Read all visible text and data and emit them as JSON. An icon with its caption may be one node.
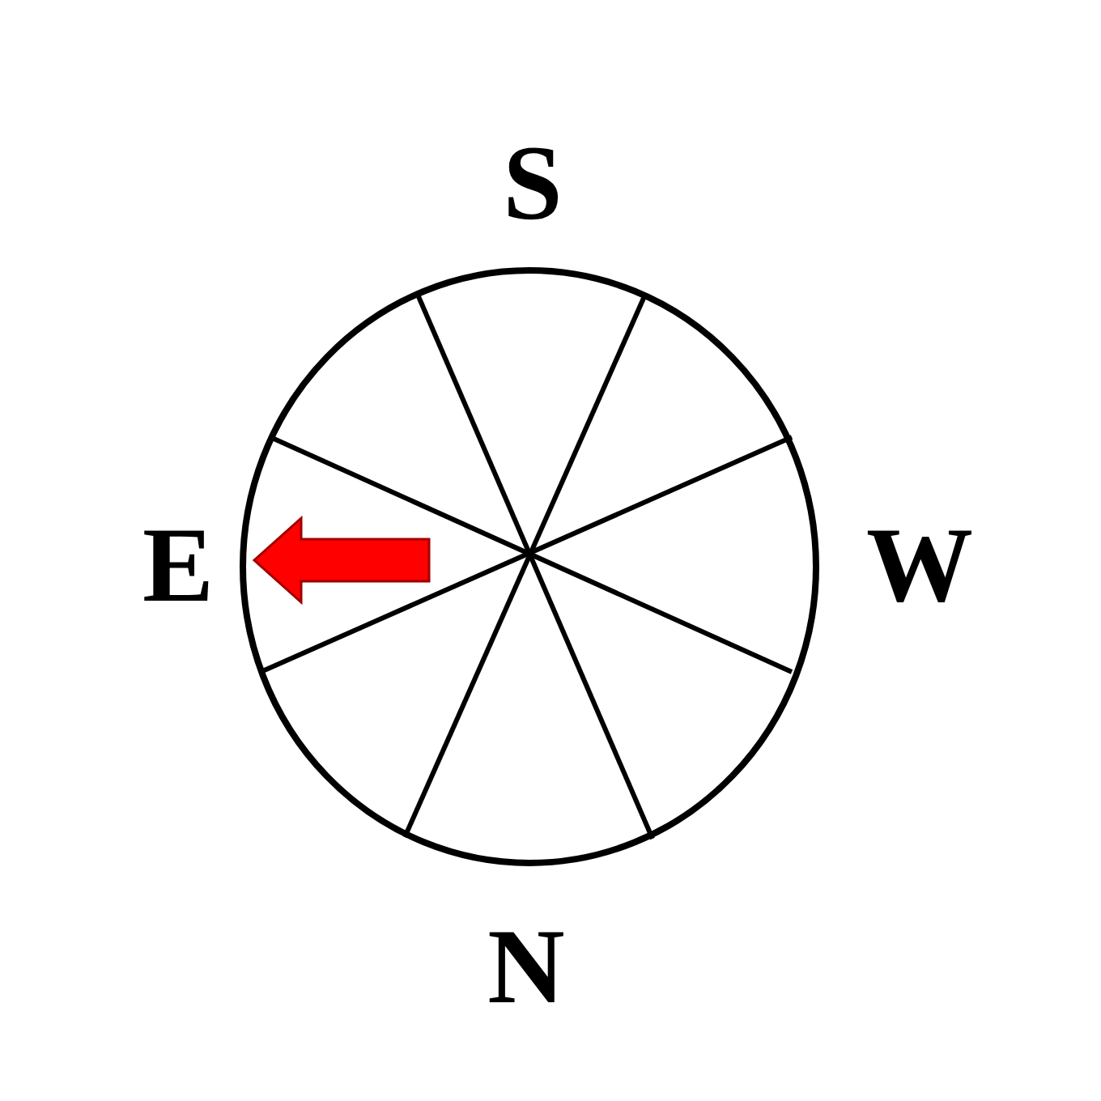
{
  "diagram": {
    "labels": [
      "S",
      "E",
      "W",
      "N"
    ]
  }
}
